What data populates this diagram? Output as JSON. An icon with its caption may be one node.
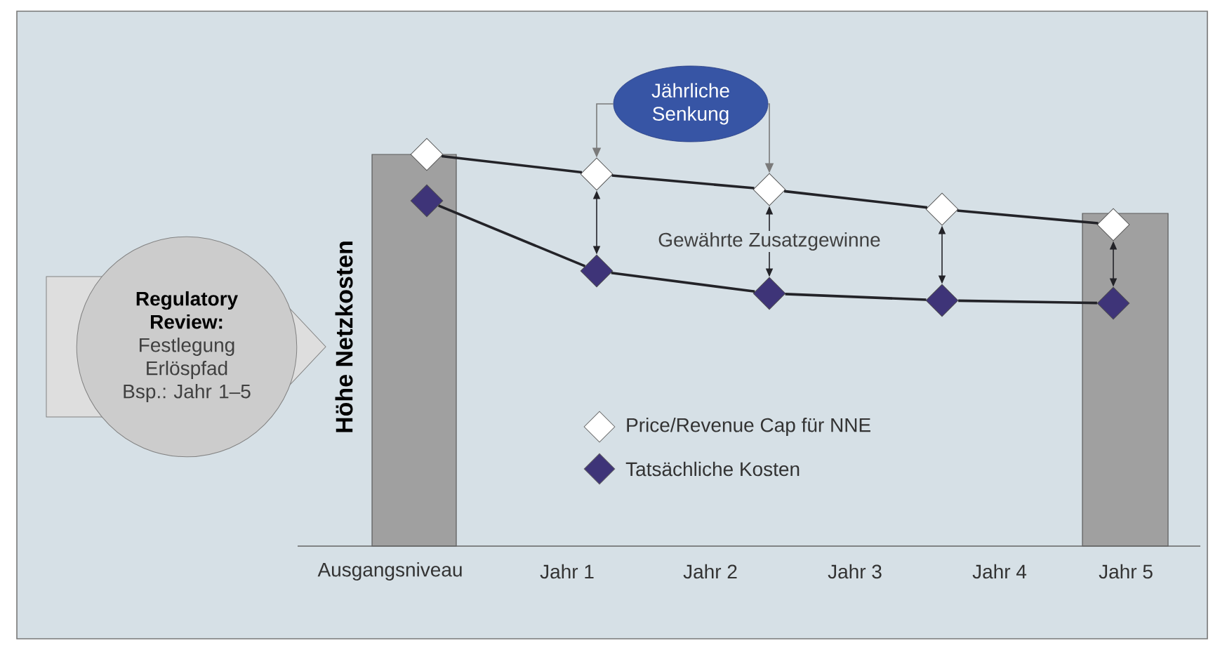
{
  "diagram": {
    "nodes": [
      {
        "text": [
          "Regulatory Review:",
          "Festlegung Erlöspfad Bsp.: Jahr 1–5"
        ]
      },
      {
        "text": [
          "Jährliche Senkung"
        ]
      },
      {
        "text": [],
        "shape": "diamond"
      },
      {
        "text": [],
        "shape": "diamond"
      },
      {
        "text": [],
        "shape": "diamond"
      },
      {
        "text": [],
        "shape": "diamond"
      },
      {
        "text": [],
        "shape": "diamond"
      },
      {
        "text": [],
        "shape": "diamond"
      },
      {
        "text": [],
        "shape": "diamond"
      },
      {
        "text": [],
        "shape": "diamond"
      },
      {
        "text": [],
        "shape": "diamond"
      },
      {
        "text": [],
        "shape": "diamond"
      }
    ],
    "edges": [
      {
        "from": 1,
        "to": 3,
        "arrow": "to",
        "color": "#7a7a7a"
      },
      {
        "from": 1,
        "to": 4,
        "arrow": "to",
        "color": "#7a7a7a"
      },
      {
        "from": 2,
        "to": 3,
        "arrow": "none"
      },
      {
        "from": 3,
        "to": 4,
        "arrow": "none"
      },
      {
        "from": 4,
        "to": 5,
        "arrow": "none"
      },
      {
        "from": 5,
        "to": 6,
        "arrow": "none"
      },
      {
        "from": 7,
        "to": 8,
        "arrow": "none"
      },
      {
        "from": 8,
        "to": 9,
        "arrow": "none"
      },
      {
        "from": 9,
        "to": 10,
        "arrow": "none"
      },
      {
        "from": 10,
        "to": 11,
        "arrow": "none"
      },
      {
        "from": 3,
        "to": 8,
        "arrow": "both"
      },
      {
        "from": 4,
        "to": 9,
        "arrow": "both"
      },
      {
        "from": 5,
        "to": 10,
        "arrow": "both"
      },
      {
        "from": 6,
        "to": 11,
        "arrow": "both"
      }
    ],
    "labels": [
      "Höhe Netzkosten",
      "Gewährte Zusatzgewinne",
      "Ausgangsniveau",
      "Jahr 1",
      "Jahr 2",
      "Jahr 3",
      "Jahr 4",
      "Jahr 5"
    ],
    "legend": [
      {
        "text": "Price/Revenue Cap für NNE"
      },
      {
        "text": "Tatsächliche Kosten"
      }
    ]
  }
}
